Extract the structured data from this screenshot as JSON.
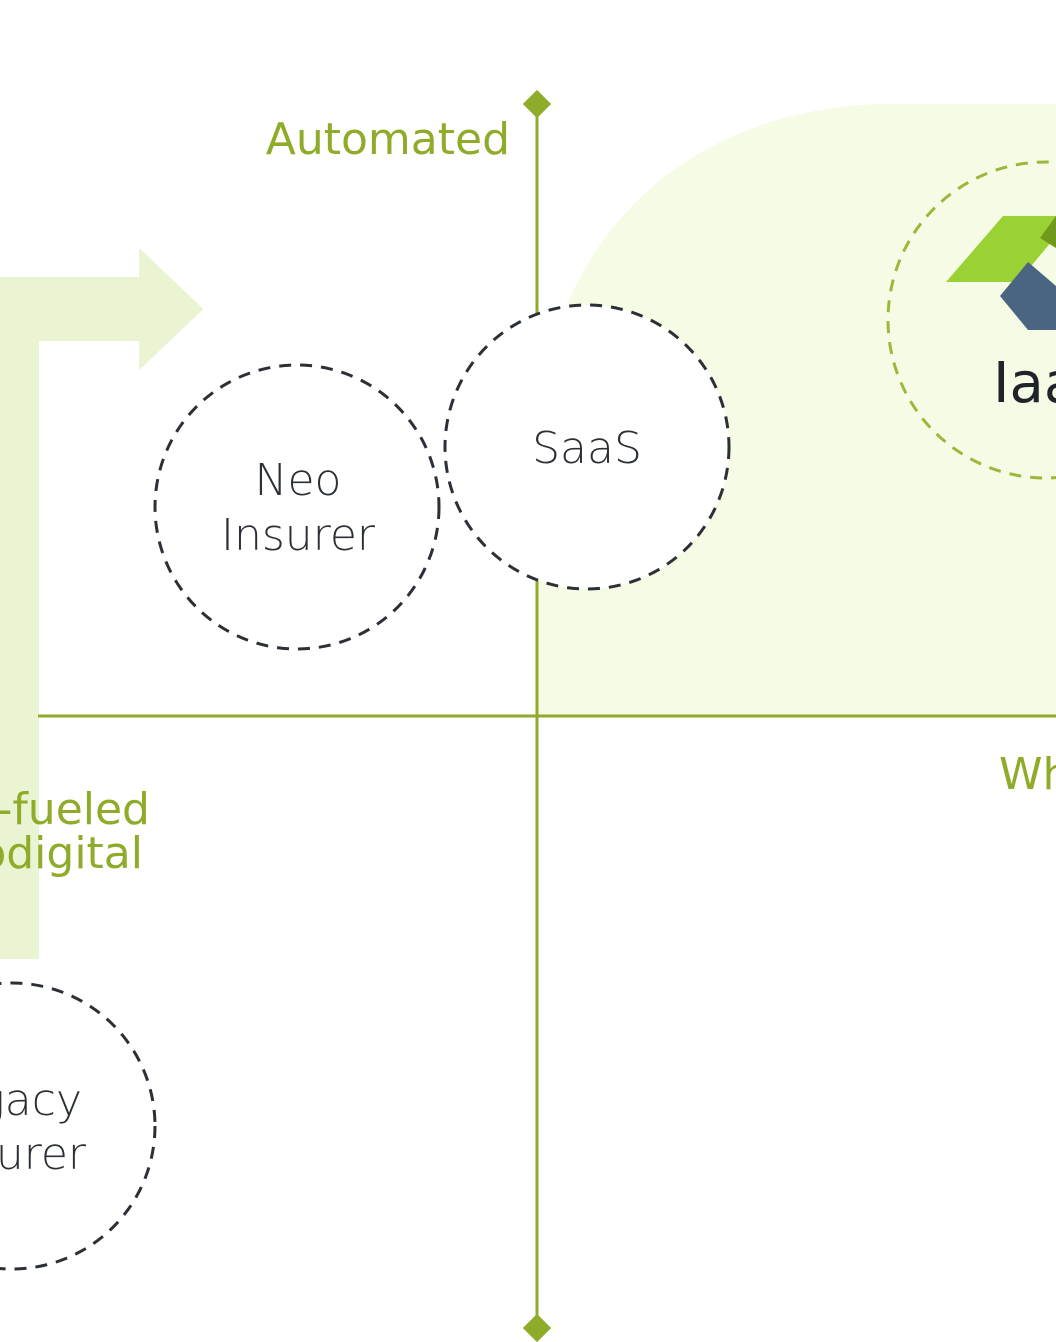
{
  "axes": {
    "vertical_top_label": "Automated",
    "horizontal_right_label": "Wh"
  },
  "side_label": {
    "line1": "t-fueled",
    "line2": "odigital"
  },
  "bubbles": {
    "saas": {
      "line1": "SaaS"
    },
    "neo_insurer": {
      "line1": "Neo",
      "line2": "Insurer"
    },
    "legacy_insurer": {
      "line1": "gacy",
      "line2": "urer"
    },
    "iaas": {
      "line1": "Iaa"
    }
  },
  "colors": {
    "axis": "#8fab2a",
    "highlight_blob": "#f6fbe6",
    "arrow": "#eaf4d3",
    "dashed_circle": "#2b2f36",
    "iaas_circle": "#9ab83a",
    "logo_green": "#9ad134",
    "logo_dark_green": "#6f9a1c",
    "logo_blue": "#4a6582"
  },
  "icons": {
    "axis_end": "diamond",
    "logo": "iaas-logo"
  }
}
